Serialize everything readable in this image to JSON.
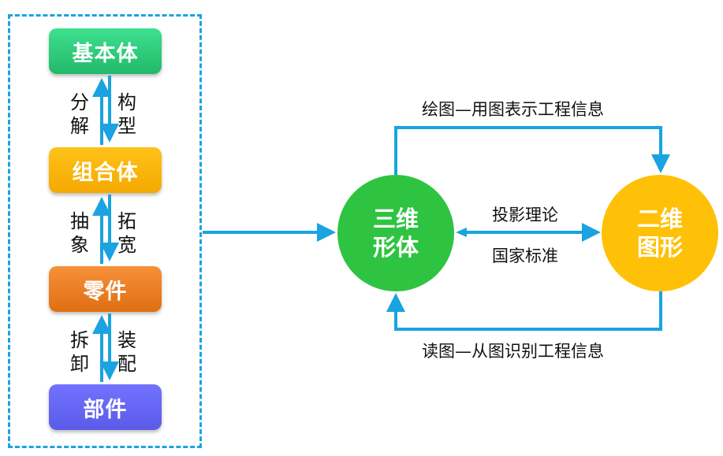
{
  "left_group": {
    "boxes": [
      {
        "label": "基本体",
        "color": "#2ecc7a"
      },
      {
        "label": "组合体",
        "color": "#fbb40c"
      },
      {
        "label": "零件",
        "color": "#ec7d24"
      },
      {
        "label": "部件",
        "color": "#6666f5"
      }
    ],
    "transitions": [
      {
        "up": "分解",
        "down": "构型"
      },
      {
        "up": "抽象",
        "down": "拓宽"
      },
      {
        "up": "拆卸",
        "down": "装配"
      }
    ]
  },
  "right_group": {
    "three_d": {
      "line1": "三维",
      "line2": "形体",
      "color": "#2ec441"
    },
    "two_d": {
      "line1": "二维",
      "line2": "图形",
      "color": "#ffc107"
    },
    "top_label": "绘图—用图表示工程信息",
    "bottom_label": "读图—从图识别工程信息",
    "middle_top": "投影理论",
    "middle_bottom": "国家标准"
  },
  "arrow_color": "#1aa3e0"
}
